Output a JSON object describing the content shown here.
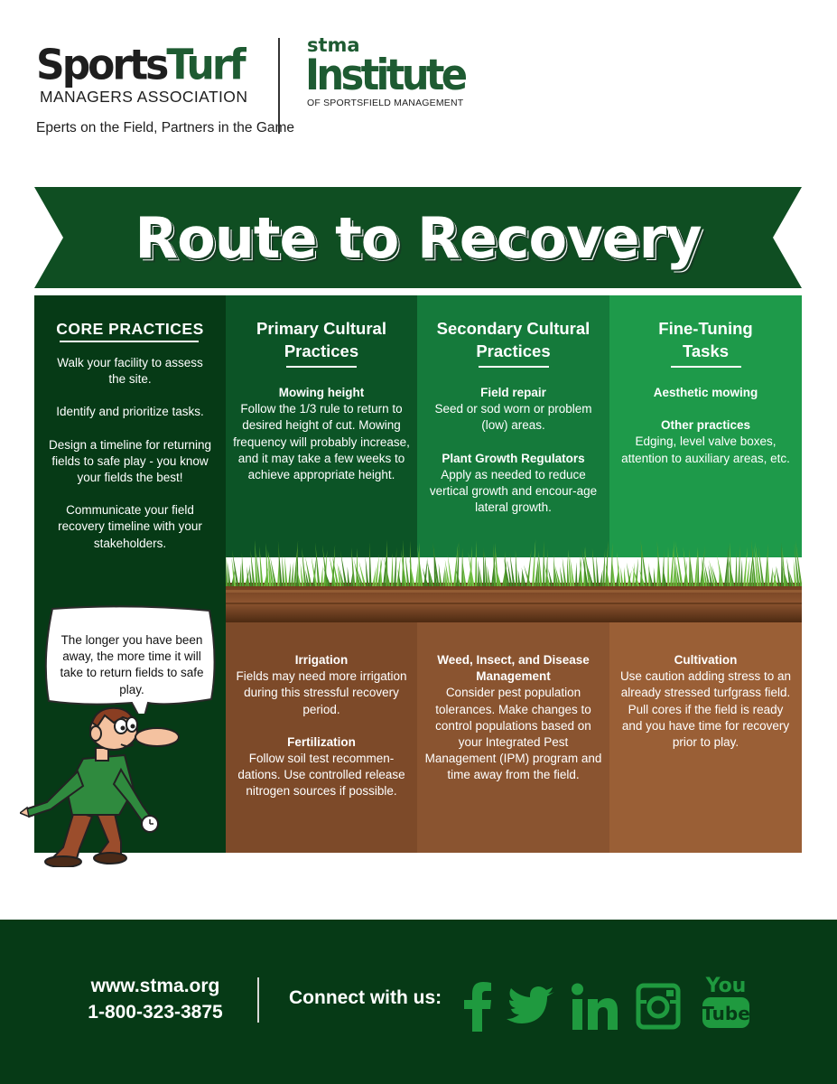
{
  "header": {
    "sportsturf_logo_a": "Sports",
    "sportsturf_logo_b": "Turf",
    "sportsturf_sub": "MANAGERS ASSOCIATION",
    "tagline": "Eperts on the Field, Partners in the Game",
    "institute_stma": "stma",
    "institute_name": "Institute",
    "institute_sub": "OF SPORTSFIELD MANAGEMENT"
  },
  "title": "Route to Recovery",
  "colors": {
    "dark_green": "#063a16",
    "primary_green": "#0c5426",
    "secondary_green": "#157a3b",
    "fine_green": "#1e9a4a",
    "brown_1": "#7d4a29",
    "brown_2": "#8a5430",
    "brown_3": "#9a5f36",
    "social_green": "#1f9a3f"
  },
  "core": {
    "heading": "CORE PRACTICES",
    "items": [
      "Walk your facility to assess the site.",
      "Identify and prioritize tasks.",
      "Design a timeline for returning fields to safe play - you know your fields the best!",
      "Communicate your field recovery timeline with your stakeholders."
    ],
    "bubble": "The longer you have been away, the more time it will take to return fields to safe play."
  },
  "primary": {
    "heading_1": "Primary Cultural",
    "heading_2": "Practices",
    "top": [
      {
        "label": "Mowing height",
        "text": "Follow the 1/3 rule to return to desired height of cut. Mowing frequency will probably increase, and it may take a few weeks to achieve appropriate height."
      }
    ],
    "bottom": [
      {
        "label": "Irrigation",
        "text": "Fields may need more irrigation during this stressful recovery period."
      },
      {
        "label": "Fertilization",
        "text": "Follow soil test recommen-dations. Use controlled release nitrogen sources if possible."
      }
    ]
  },
  "secondary": {
    "heading_1": "Secondary Cultural",
    "heading_2": "Practices",
    "top": [
      {
        "label": "Field repair",
        "text": "Seed or sod worn or problem (low) areas."
      },
      {
        "label": "Plant Growth Regulators",
        "text": "Apply as needed to reduce vertical growth and encour-age lateral growth."
      }
    ],
    "bottom": [
      {
        "label": "Weed, Insect, and Disease Management",
        "text": "Consider pest population tolerances. Make changes to control populations based on your Integrated Pest Management (IPM) program and time away from the field."
      }
    ]
  },
  "fine": {
    "heading_1": "Fine-Tuning",
    "heading_2": "Tasks",
    "top": [
      {
        "label": "Aesthetic mowing",
        "text": ""
      },
      {
        "label": "Other practices",
        "text": "Edging, level valve boxes, attention to auxiliary areas, etc."
      }
    ],
    "bottom": [
      {
        "label": "Cultivation",
        "text": "Use caution adding stress to an already stressed turfgrass field. Pull cores if the field is ready and you have time for recovery prior to play."
      }
    ]
  },
  "footer": {
    "url": "www.stma.org",
    "phone": "1-800-323-3875",
    "connect": "Connect with us:",
    "youtube_top": "You",
    "youtube_bottom": "Tube",
    "icons": [
      "facebook-icon",
      "twitter-icon",
      "linkedin-icon",
      "instagram-icon",
      "youtube-icon"
    ]
  }
}
